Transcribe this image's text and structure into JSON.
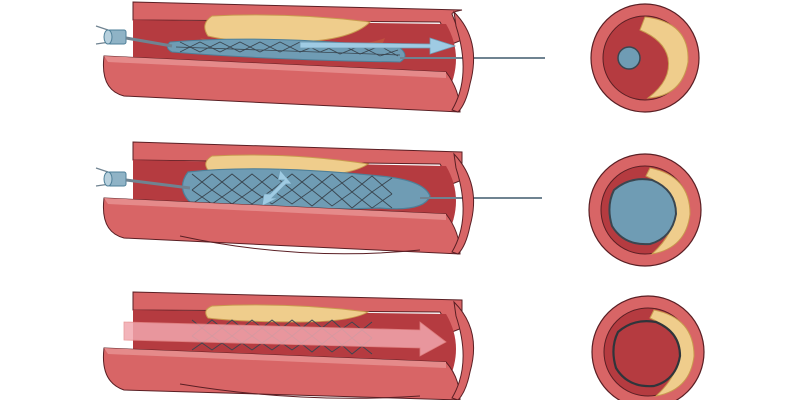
{
  "diagram": {
    "stages": [
      {
        "id": "stage-1",
        "description_visible": false
      },
      {
        "id": "stage-2",
        "description_visible": false
      },
      {
        "id": "stage-3",
        "description_visible": false
      }
    ]
  },
  "colors": {
    "background": "#ffffff",
    "vessel_outer": "#d86566",
    "vessel_highlight": "#e58a8a",
    "vessel_inner": "#b53b40",
    "vessel_lumen_dark": "#9a2f35",
    "outline": "#5a1f24",
    "plaque": "#efcd8c",
    "plaque_edge": "#c99a4f",
    "balloon": "#6f9cb4",
    "balloon_dark": "#4e7f98",
    "arrow": "#9fcbe3",
    "arrow_blood": "#f1a7ae",
    "wire": "#6f8391",
    "catheter": "#8fb3c6",
    "stent_mesh": "#3a4650"
  }
}
